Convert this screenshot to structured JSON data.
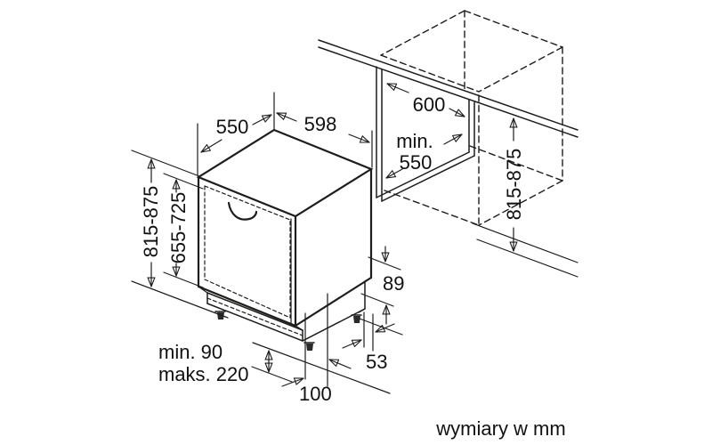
{
  "colors": {
    "line": "#1d1d1b",
    "text": "#111111",
    "background": "#ffffff"
  },
  "labels": {
    "top_depth": "550",
    "front_width": "598",
    "niche_width": "600",
    "niche_depth_min_line1": "min.",
    "niche_depth_min_line2": "550",
    "left_height_range": "815-875",
    "door_height_range": "655-725",
    "right_height_range": "815-875",
    "rear_clearance_height": "89",
    "rear_clearance_depth": "53",
    "plinth_min": "min. 90",
    "plinth_max": "maks. 220",
    "foot_setback": "100",
    "units_note": "wymiary w mm"
  }
}
